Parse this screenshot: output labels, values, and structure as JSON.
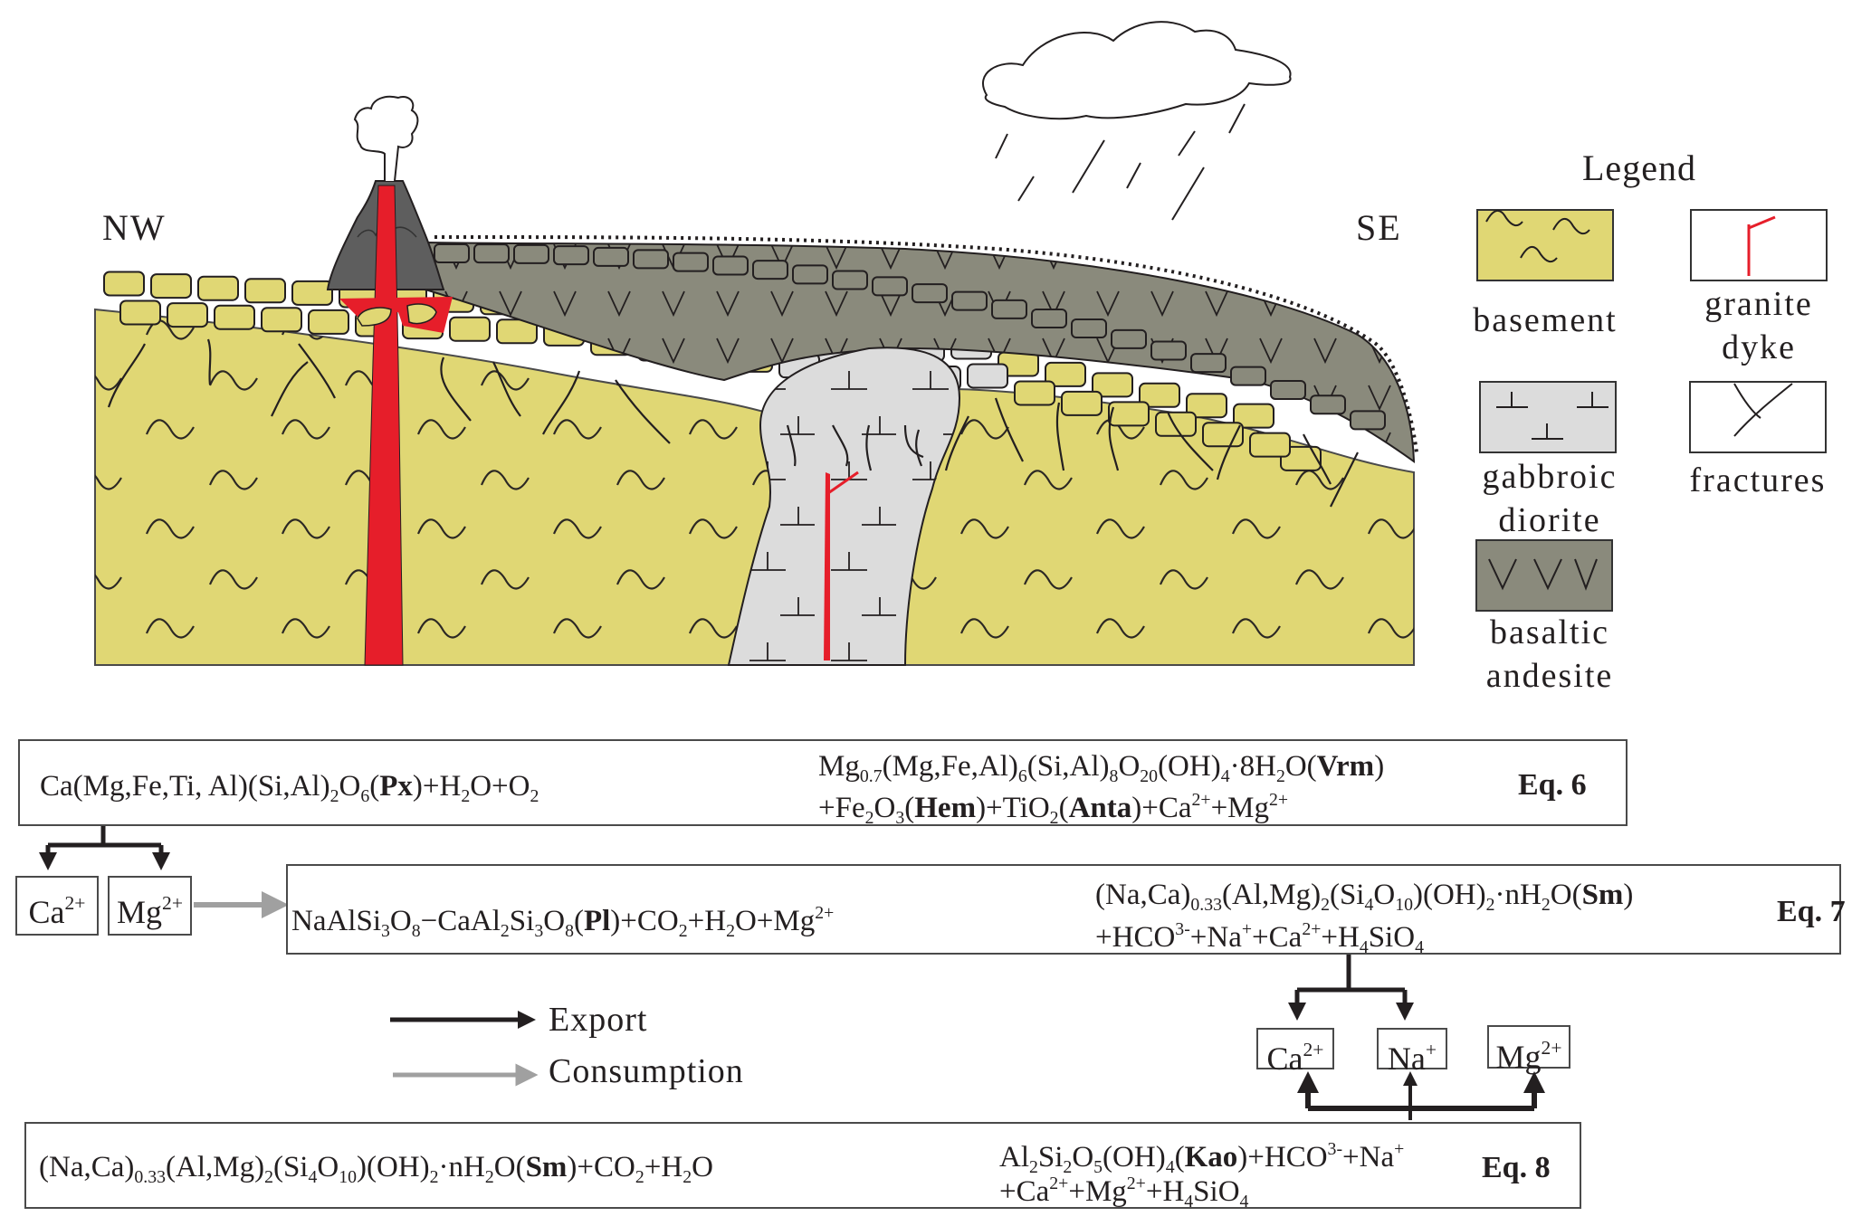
{
  "figure": {
    "directions": {
      "left": "NW",
      "right": "SE"
    },
    "colors": {
      "basement": "#e0d774",
      "gabbroic_diorite": "#dcdcdc",
      "basaltic_andesite": "#8a8a7c",
      "volcano": "#5e5e5e",
      "granite_dyke": "#e61e2a",
      "outline": "#231f20",
      "export_arrow": "#231f20",
      "consumption_arrow": "#a0a0a0"
    },
    "legend": {
      "title": "Legend",
      "items": [
        {
          "key": "basement",
          "label_lines": [
            "basement"
          ],
          "pattern": "wavy-lines"
        },
        {
          "key": "granite_dyke",
          "label_lines": [
            "granite",
            "dyke"
          ],
          "pattern": "red-dyke"
        },
        {
          "key": "gabbroic_diorite",
          "label_lines": [
            "gabbroic",
            "diorite"
          ],
          "pattern": "inverted-T-symbols"
        },
        {
          "key": "fractures",
          "label_lines": [
            "fractures"
          ],
          "pattern": "crossing-lines"
        },
        {
          "key": "basaltic_andesite",
          "label_lines": [
            "basaltic",
            "andesite"
          ],
          "pattern": "V-symbols"
        }
      ]
    }
  },
  "reactions": {
    "eq6": {
      "number": "Eq. 6",
      "reactants": "Ca(Mg,Fe,Ti, Al)(Si,Al)2O6(Px)+H2O+O2",
      "products_line1": "Mg0.7(Mg,Fe,Al)6(Si,Al)8O20(OH)4·8H2O(Vrm)",
      "products_line2": "+Fe2O3(Hem)+TiO2(Anta)+Ca2++Mg2+"
    },
    "eq7": {
      "number": "Eq. 7",
      "reactants": "NaAlSi3O8−CaAl2Si3O8(Pl)+CO2+H2O+Mg2+",
      "products_line1": "(Na,Ca)0.33(Al,Mg)2(Si4O10)(OH)2·nH2O(Sm)",
      "products_line2": "+HCO3-+Na++Ca2++H4SiO4"
    },
    "eq8": {
      "number": "Eq. 8",
      "reactants": "(Na,Ca)0.33(Al,Mg)2(Si4O10)(OH)2·nH2O(Sm)+CO2+H2O",
      "products_line1": "Al2Si2O5(OH)4(Kao)+HCO3-+Na+",
      "products_line2": "+Ca2++Mg2++H4SiO4"
    }
  },
  "ions": {
    "eq6_exports": [
      {
        "symbol": "Ca",
        "charge": "2+"
      },
      {
        "symbol": "Mg",
        "charge": "2+"
      }
    ],
    "eq7_eq8_exports": [
      {
        "symbol": "Ca",
        "charge": "2+"
      },
      {
        "symbol": "Na",
        "charge": "+"
      },
      {
        "symbol": "Mg",
        "charge": "2+"
      }
    ]
  },
  "arrow_legend": {
    "export": "Export",
    "consumption": "Consumption"
  }
}
